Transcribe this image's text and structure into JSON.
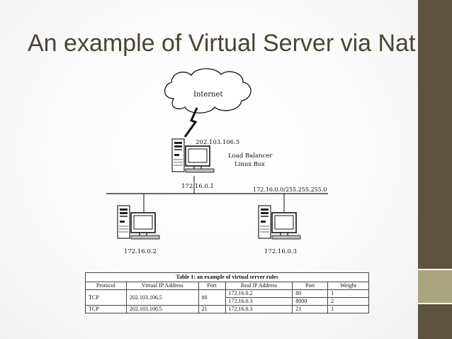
{
  "slide": {
    "title": "An example of Virtual Server via Nat",
    "colors": {
      "side_band": "#5d5340",
      "side_accent": "#a9a57f",
      "title": "#4a4432"
    }
  },
  "diagram": {
    "cloud_label": "Internet",
    "balancer": {
      "public_ip": "202.103.106.5",
      "name_line1": "Load Balancer",
      "name_line2": "Linux Box",
      "internal_ip": "172.16.0.1"
    },
    "network_label": "172.16.0.0/255.255.255.0",
    "servers": [
      {
        "ip": "172.16.0.2"
      },
      {
        "ip": "172.16.0.3"
      }
    ]
  },
  "table": {
    "caption": "Table 1: an example of virtual server rules",
    "headers": [
      "Protocol",
      "Virtual IP Address",
      "Port",
      "Real IP Address",
      "Port",
      "Weight"
    ],
    "rules": [
      {
        "protocol": "TCP",
        "virtual_ip": "202.103.106.5",
        "port": "80",
        "real": [
          {
            "ip": "172.16.0.2",
            "port": "80",
            "weight": "1"
          },
          {
            "ip": "172.16.0.3",
            "port": "8000",
            "weight": "2"
          }
        ]
      },
      {
        "protocol": "TCP",
        "virtual_ip": "202.103.106.5",
        "port": "21",
        "real": [
          {
            "ip": "172.16.0.3",
            "port": "21",
            "weight": "1"
          }
        ]
      }
    ]
  }
}
